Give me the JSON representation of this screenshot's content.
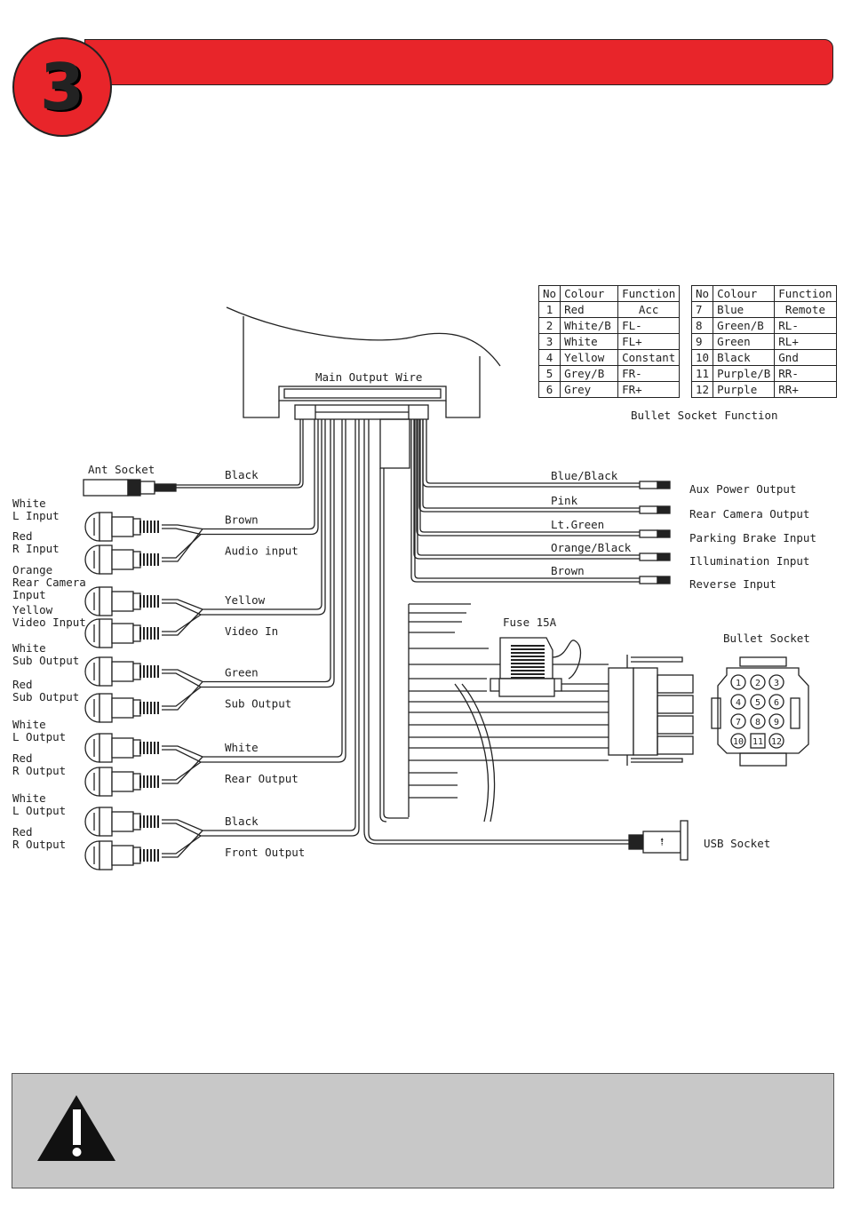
{
  "section": {
    "number": "3"
  },
  "pin_table_left": {
    "headers": [
      "No",
      "Colour",
      "Function"
    ],
    "rows": [
      [
        "1",
        "Red",
        "Acc"
      ],
      [
        "2",
        "White/B",
        "FL-"
      ],
      [
        "3",
        "White",
        "FL+"
      ],
      [
        "4",
        "Yellow",
        "Constant"
      ],
      [
        "5",
        "Grey/B",
        "FR-"
      ],
      [
        "6",
        "Grey",
        "FR+"
      ]
    ]
  },
  "pin_table_right": {
    "headers": [
      "No",
      "Colour",
      "Function"
    ],
    "rows": [
      [
        "7",
        "Blue",
        "Remote"
      ],
      [
        "8",
        "Green/B",
        "RL-"
      ],
      [
        "9",
        "Green",
        "RL+"
      ],
      [
        "10",
        "Black",
        "Gnd"
      ],
      [
        "11",
        "Purple/B",
        "RR-"
      ],
      [
        "12",
        "Purple",
        "RR+"
      ]
    ]
  },
  "table_caption": "Bullet Socket Function",
  "main_output_wire": "Main Output Wire",
  "ant_socket": "Ant Socket",
  "ant_wire_color": "Black",
  "rca_connectors": [
    {
      "line1": "White",
      "line2": "L Input"
    },
    {
      "line1": "Red",
      "line2": "R Input"
    },
    {
      "line1": "Orange",
      "line2": "Rear Camera",
      "line3": "Input"
    },
    {
      "line1": "Yellow",
      "line2": "Video Input"
    },
    {
      "line1": "White",
      "line2": "Sub Output"
    },
    {
      "line1": "Red",
      "line2": "Sub Output"
    },
    {
      "line1": "White",
      "line2": "L Output"
    },
    {
      "line1": "Red",
      "line2": "R Output"
    },
    {
      "line1": "White",
      "line2": "L Output"
    },
    {
      "line1": "Red",
      "line2": "R Output"
    }
  ],
  "rca_groups": [
    {
      "wire": "Brown",
      "function": "Audio input"
    },
    {
      "wire": "Yellow",
      "function": "Video In"
    },
    {
      "wire": "Green",
      "function": "Sub Output"
    },
    {
      "wire": "White",
      "function": "Rear Output"
    },
    {
      "wire": "Black",
      "function": "Front Output"
    }
  ],
  "right_wires": [
    {
      "color": "Blue/Black",
      "function": "Aux Power Output"
    },
    {
      "color": "Pink",
      "function": "Rear Camera Output"
    },
    {
      "color": "Lt.Green",
      "function": "Parking Brake Input"
    },
    {
      "color": "Orange/Black",
      "function": "Illumination Input"
    },
    {
      "color": "Brown",
      "function": "Reverse Input"
    }
  ],
  "fuse": "Fuse 15A",
  "bullet_socket": {
    "label": "Bullet Socket",
    "pins": [
      "1",
      "2",
      "3",
      "4",
      "5",
      "6",
      "7",
      "8",
      "9",
      "10",
      "11",
      "12"
    ]
  },
  "usb_socket": "USB Socket",
  "colors": {
    "accent": "#e8252a",
    "warning_bg": "#c8c8c8",
    "ink": "#222222"
  },
  "icons": {
    "warning": "warning-triangle-icon",
    "usb": "usb-icon"
  }
}
